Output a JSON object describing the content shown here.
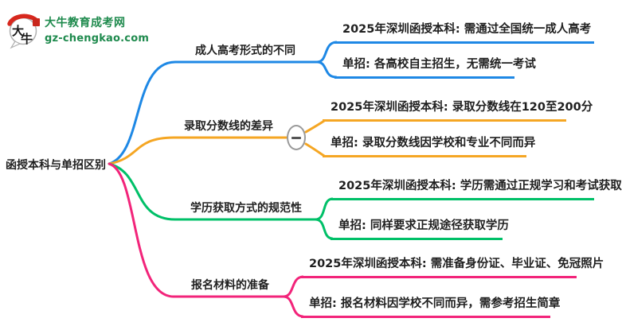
{
  "header": {
    "site_name": "大牛教育成考网",
    "site_domain": "gz-chengkao.com",
    "logo_char_1": "大",
    "logo_char_2": "牛",
    "brand_green": "#1E8A4D",
    "brand_red": "#D7281E"
  },
  "mindmap": {
    "root": {
      "label": "函授本科与单招区别"
    },
    "branches": [
      {
        "label": "成人高考形式的不同",
        "color": "#1E88E5",
        "children": [
          "2025年深圳函授本科: 需通过全国统一成人高考",
          "单招: 各高校自主招生，无需统一考试"
        ]
      },
      {
        "label": "录取分数线的差异",
        "color": "#F5A623",
        "collapsed": false,
        "children": [
          "2025年深圳函授本科: 录取分数线在120至200分",
          "单招: 录取分数线因学校和专业不同而异"
        ]
      },
      {
        "label": "学历获取方式的规范性",
        "color": "#00C068",
        "children": [
          "2025年深圳函授本科: 学历需通过正规学习和考试获取",
          "单招: 同样要求正规途径获取学历"
        ]
      },
      {
        "label": "报名材料的准备",
        "color": "#F2247A",
        "children": [
          "2025年深圳函授本科: 需准备身份证、毕业证、免冠照片",
          "单招: 报名材料因学校不同而异，需参考招生简章"
        ]
      }
    ]
  }
}
